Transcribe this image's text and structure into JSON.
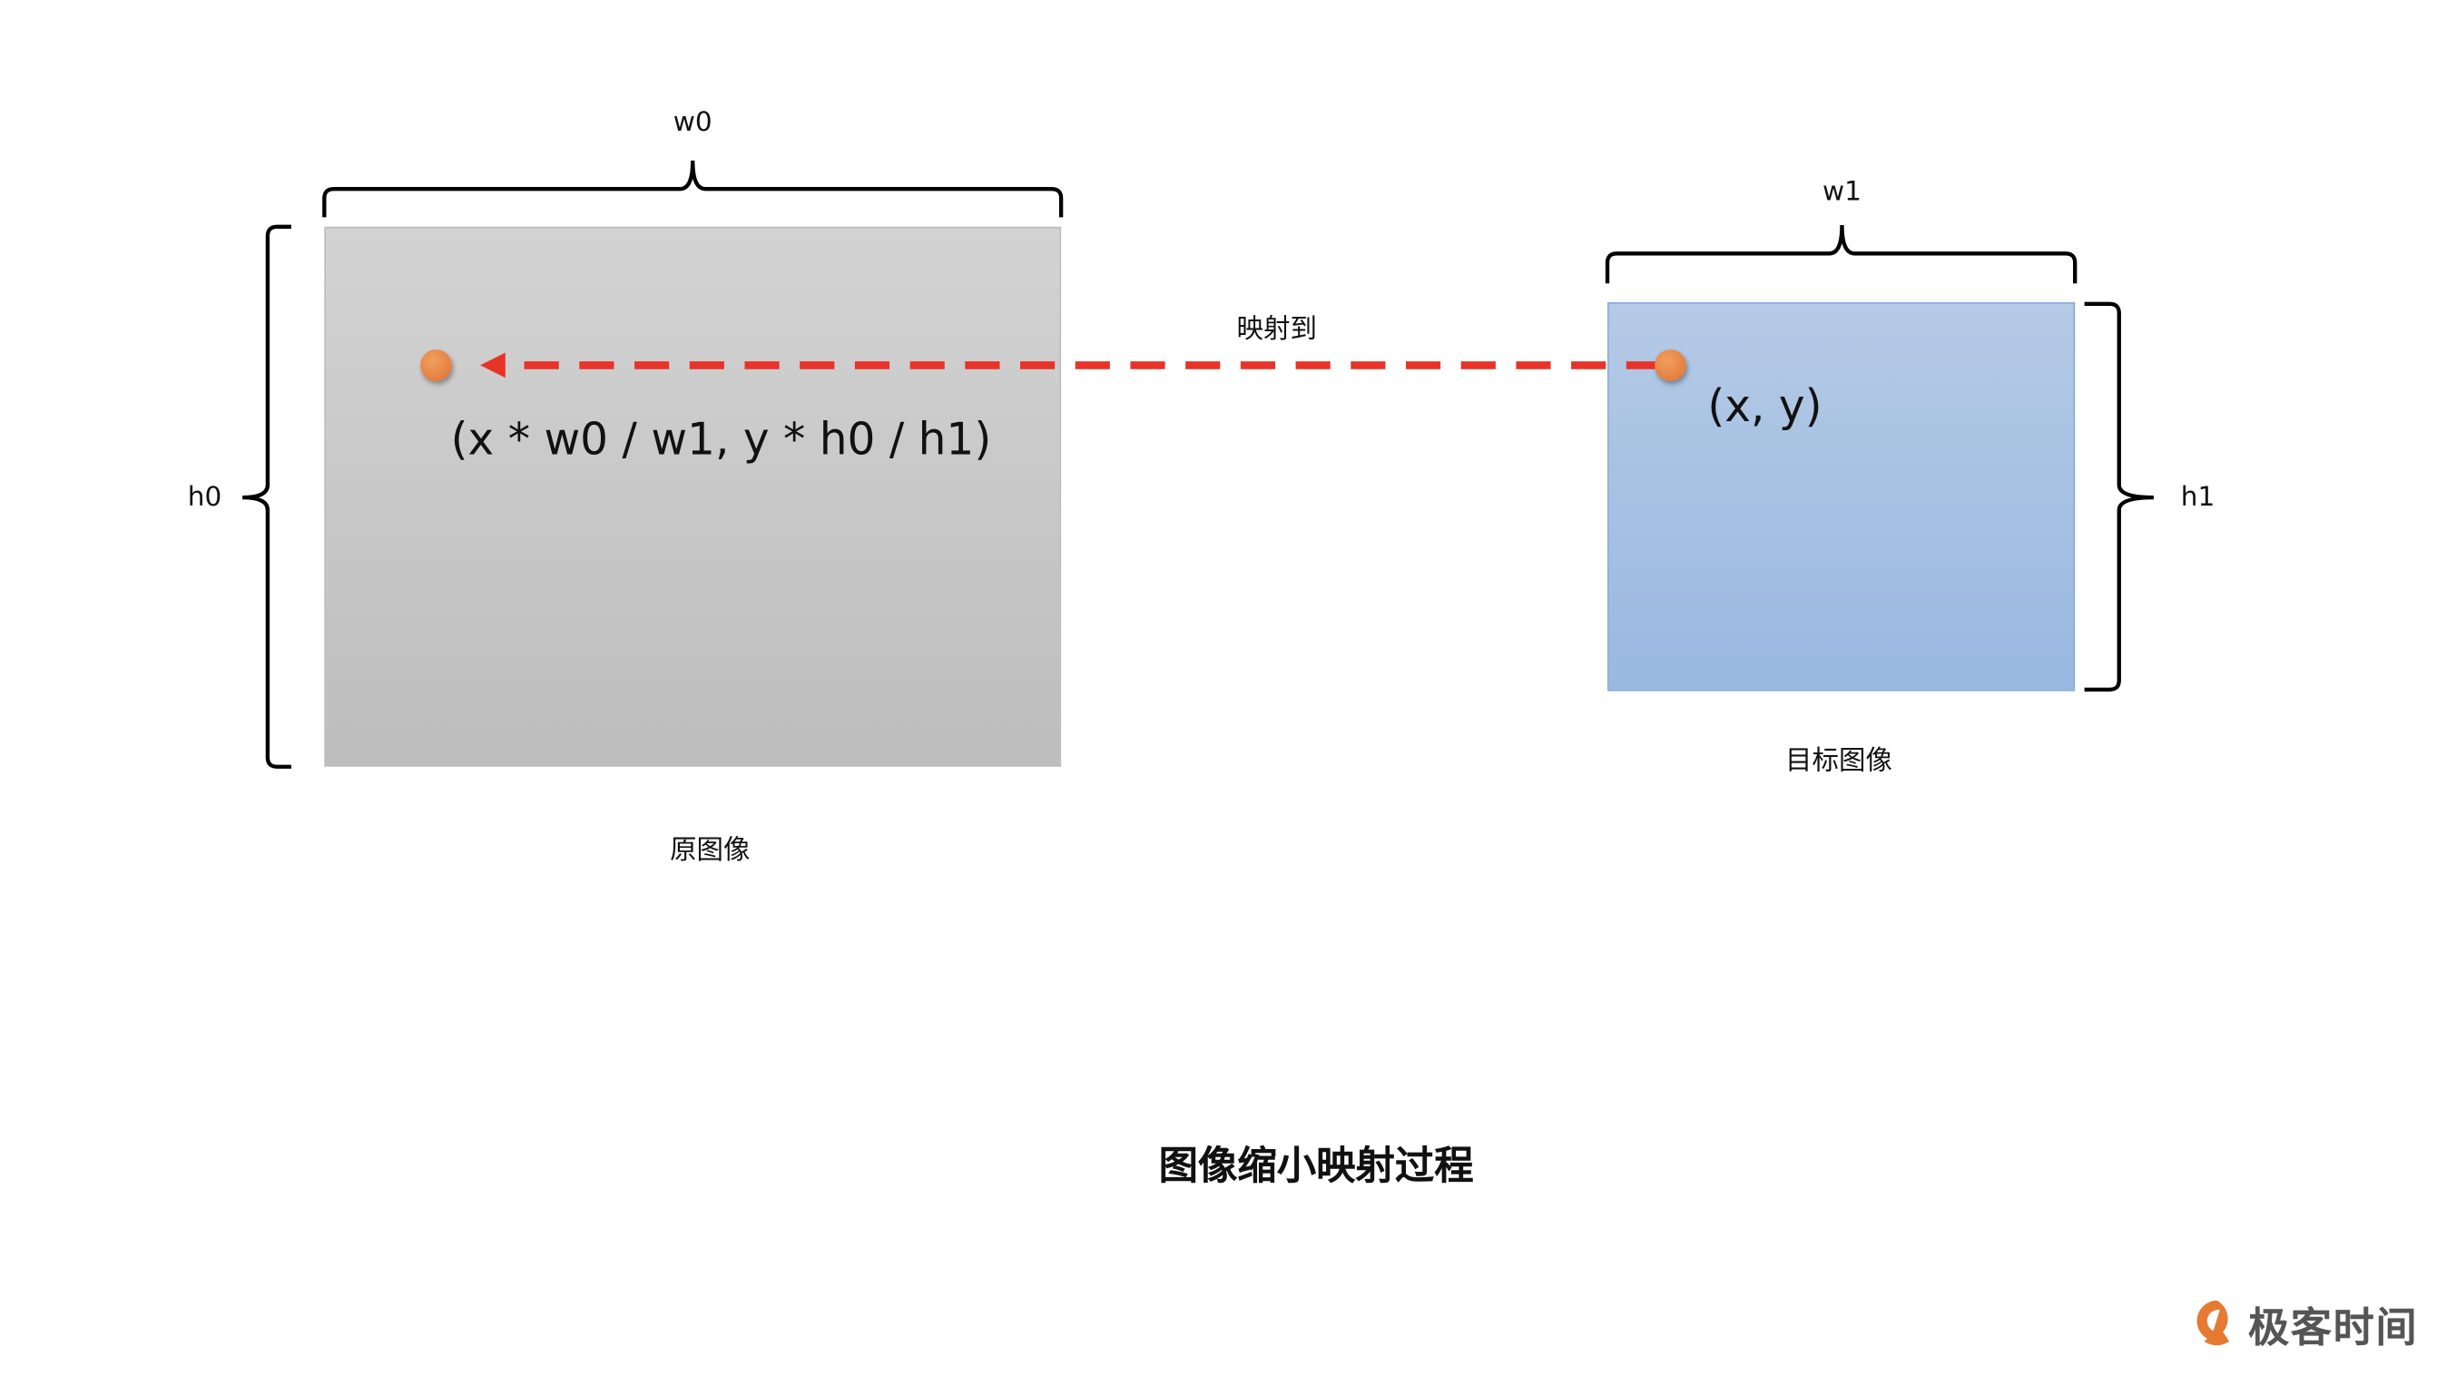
{
  "labels": {
    "w0": "w0",
    "w1": "w1",
    "h0": "h0",
    "h1": "h1",
    "mapping": "映射到",
    "source_formula": "(x * w0 / w1,  y * h0 / h1)",
    "target_point": "(x,  y)",
    "source_caption": "原图像",
    "target_caption": "目标图像"
  },
  "title": "图像缩小映射过程",
  "logo": {
    "text": "极客时间"
  },
  "colors": {
    "arrow": "#e8332a",
    "point": "#e07a3a",
    "source_fill": "#c8c8c8",
    "target_fill": "#a8c1e3",
    "logo": "#e67a32"
  }
}
